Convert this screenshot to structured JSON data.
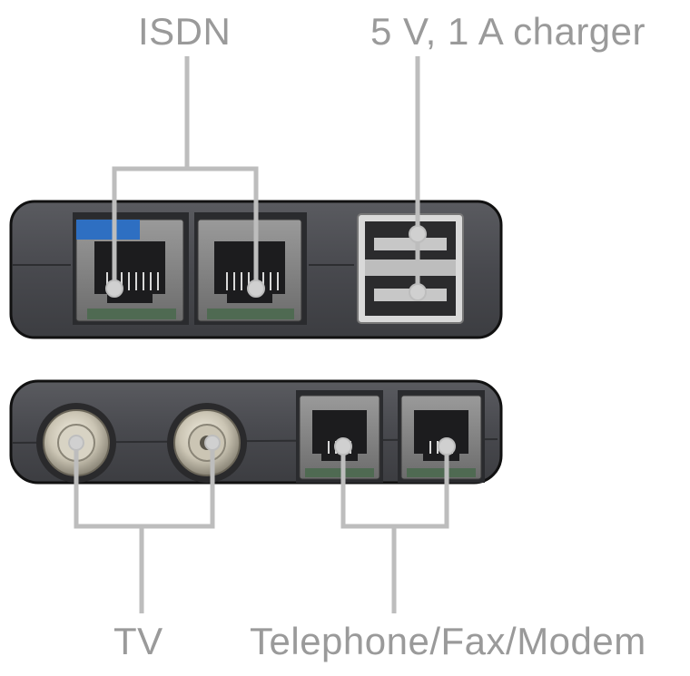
{
  "labels": {
    "isdn": "ISDN",
    "charger": "5 V, 1 A charger",
    "tv": "TV",
    "phone": "Telephone/Fax/Modem"
  },
  "colors": {
    "leader_line": "#bdbdbd",
    "label_text": "#9a9a9a",
    "device_body": "#4a4b4f",
    "device_outline": "#111111",
    "jack_blue": "#2e6fc2"
  },
  "ports": {
    "top_panel": [
      "isdn-port",
      "isdn-port",
      "usb-dual-port"
    ],
    "bottom_panel": [
      "coax-port",
      "coax-port",
      "rj11-port",
      "rj11-port"
    ]
  }
}
